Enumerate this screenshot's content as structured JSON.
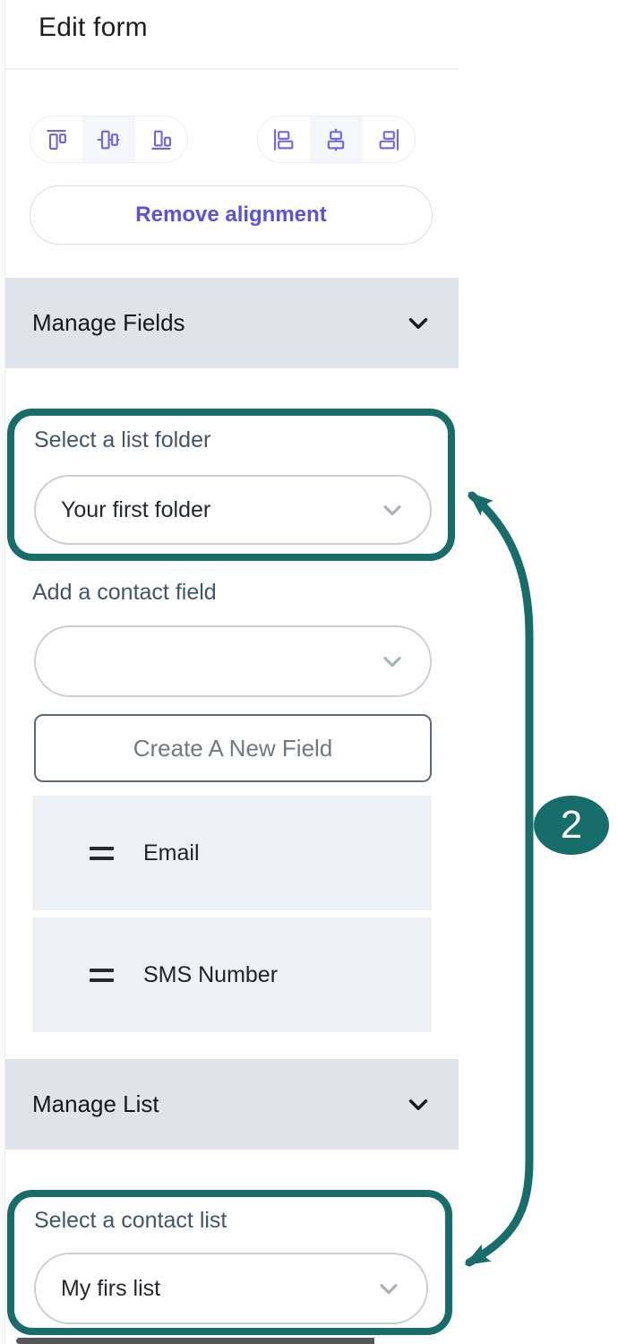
{
  "header": {
    "title": "Edit form"
  },
  "toolbar": {
    "remove_alignment_label": "Remove alignment",
    "vertical_align_icons": [
      "align-top-icon",
      "align-middle-vertical-icon",
      "align-bottom-icon"
    ],
    "horizontal_align_icons": [
      "align-left-icon",
      "align-center-horizontal-icon",
      "align-right-icon"
    ]
  },
  "sections": {
    "manage_fields": "Manage Fields",
    "manage_list": "Manage List"
  },
  "folder_select": {
    "label": "Select a list folder",
    "value": "Your first folder"
  },
  "contact_field_select": {
    "label": "Add a contact field",
    "value": ""
  },
  "create_field_button": "Create A New Field",
  "fields": [
    {
      "label": "Email"
    },
    {
      "label": "SMS Number"
    }
  ],
  "list_select": {
    "label": "Select a contact list",
    "value": "My firs list"
  },
  "annotation": {
    "step": "2"
  },
  "colors": {
    "accent_purple": "#5c4fe2",
    "icon_purple": "#6f63e8",
    "annotation_teal": "#176d69",
    "section_header_bg": "#dfe3ea",
    "field_row_bg": "#edf0f4",
    "label_slate": "#42556a"
  }
}
